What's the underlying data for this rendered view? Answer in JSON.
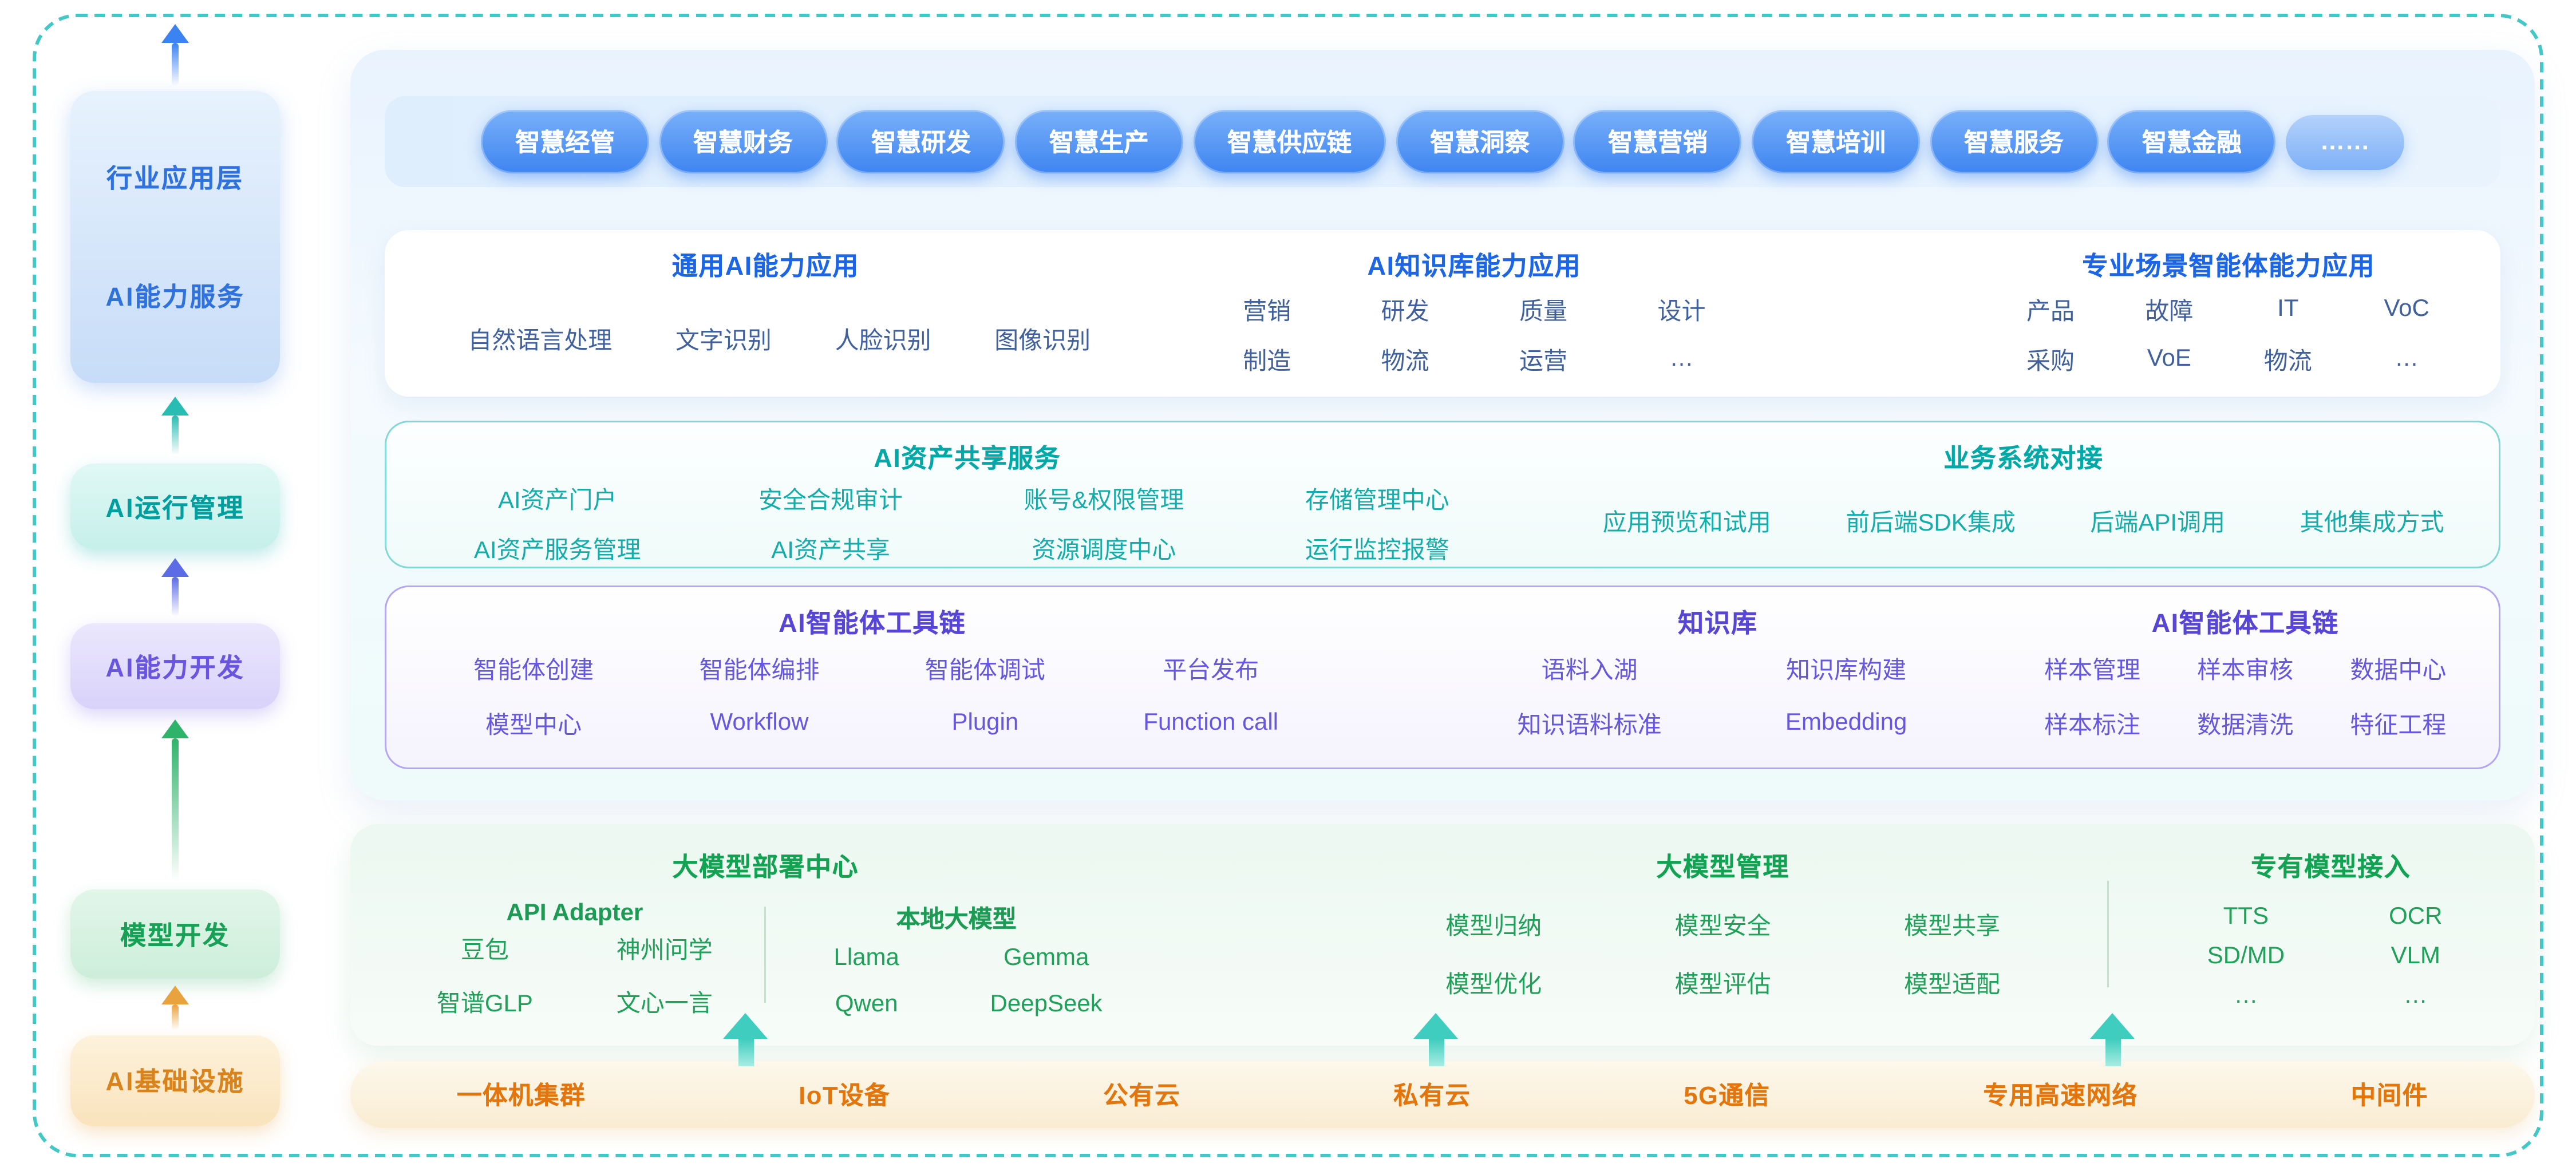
{
  "colors": {
    "accent_blue": "#3e85f1",
    "accent_teal": "#00a8a8",
    "accent_purple": "#5c49d8",
    "accent_green": "#12a352",
    "accent_orange": "#e2760d"
  },
  "sidebar": {
    "l1a": "行业应用层",
    "l1b": "AI能力服务",
    "l2": "AI运行管理",
    "l3": "AI能力开发",
    "l4": "模型开发",
    "l5": "AI基础设施"
  },
  "pills": {
    "items": [
      "智慧经管",
      "智慧财务",
      "智慧研发",
      "智慧生产",
      "智慧供应链",
      "智慧洞察",
      "智慧营销",
      "智慧培训",
      "智慧服务",
      "智慧金融",
      "……"
    ]
  },
  "cap": {
    "g1": {
      "title": "通用AI能力应用",
      "items": [
        "自然语言处理",
        "文字识别",
        "人脸识别",
        "图像识别"
      ]
    },
    "g2": {
      "title": "AI知识库能力应用",
      "r1": [
        "营销",
        "研发",
        "质量",
        "设计"
      ],
      "r2": [
        "制造",
        "物流",
        "运营",
        "…"
      ]
    },
    "g3": {
      "title": "专业场景智能体能力应用",
      "r1": [
        "产品",
        "故障",
        "IT",
        "VoC"
      ],
      "r2": [
        "采购",
        "VoE",
        "物流",
        "…"
      ]
    }
  },
  "assets": {
    "g1": {
      "title": "AI资产共享服务",
      "r1": [
        "AI资产门户",
        "安全合规审计",
        "账号&权限管理",
        "存储管理中心"
      ],
      "r2": [
        "AI资产服务管理",
        "AI资产共享",
        "资源调度中心",
        "运行监控报警"
      ]
    },
    "g2": {
      "title": "业务系统对接",
      "items": [
        "应用预览和试用",
        "前后端SDK集成",
        "后端API调用",
        "其他集成方式"
      ]
    }
  },
  "agent": {
    "g1": {
      "title": "AI智能体工具链",
      "r1": [
        "智能体创建",
        "智能体编排",
        "智能体调试",
        "平台发布"
      ],
      "r2": [
        "模型中心",
        "Workflow",
        "Plugin",
        "Function call"
      ]
    },
    "g2": {
      "title": "知识库",
      "r1": [
        "语料入湖",
        "知识库构建"
      ],
      "r2": [
        "知识语料标准",
        "Embedding"
      ]
    },
    "g3": {
      "title": "AI智能体工具链",
      "r1": [
        "样本管理",
        "样本审核",
        "数据中心"
      ],
      "r2": [
        "样本标注",
        "数据清洗",
        "特征工程"
      ]
    }
  },
  "model": {
    "g1": {
      "title": "大模型部署中心",
      "s1": {
        "title": "API Adapter",
        "r1": [
          "豆包",
          "神州问学"
        ],
        "r2": [
          "智谱GLP",
          "文心一言"
        ]
      },
      "s2": {
        "title": "本地大模型",
        "r1": [
          "Llama",
          "Gemma"
        ],
        "r2": [
          "Qwen",
          "DeepSeek"
        ]
      }
    },
    "g2": {
      "title": "大模型管理",
      "r1": [
        "模型归纳",
        "模型安全",
        "模型共享"
      ],
      "r2": [
        "模型优化",
        "模型评估",
        "模型适配"
      ]
    },
    "g3": {
      "title": "专有模型接入",
      "r1": [
        "TTS",
        "OCR"
      ],
      "r2": [
        "SD/MD",
        "VLM"
      ],
      "r3": [
        "…",
        "…"
      ]
    }
  },
  "infra": {
    "items": [
      "一体机集群",
      "IoT设备",
      "公有云",
      "私有云",
      "5G通信",
      "专用高速网络",
      "中间件"
    ]
  }
}
